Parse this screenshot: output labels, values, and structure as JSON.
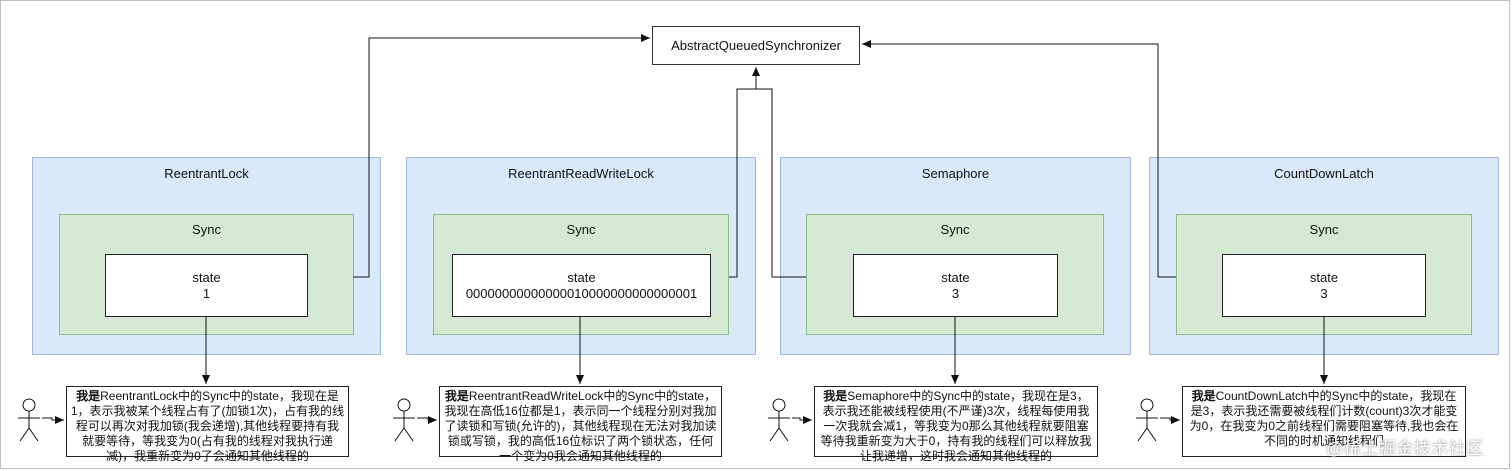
{
  "aqs_label": "AbstractQueuedSynchronizer",
  "panels": [
    {
      "title": "ReentrantLock",
      "sync_label": "Sync",
      "state_label": "state",
      "state_value": "1",
      "note_bold": "我是",
      "note_text": "ReentrantLock中的Sync中的state，我现在是1，表示我被某个线程占有了(加锁1次)，占有我的线程可以再次对我加锁(我会递增),其他线程要持有我就要等待，等我变为0(占有我的线程对我执行递减)，我重新变为0了会通知其他线程的"
    },
    {
      "title": "ReentrantReadWriteLock",
      "sync_label": "Sync",
      "state_label": "state",
      "state_value": "00000000000000010000000000000001",
      "note_bold": "我是",
      "note_text": "ReentrantReadWriteLock中的Sync中的state，我现在高低16位都是1，表示同一个线程分别对我加了读锁和写锁(允许的)，其他线程现在无法对我加读锁或写锁，我的高低16位标识了两个锁状态，任何一个变为0我会通知其他线程的"
    },
    {
      "title": "Semaphore",
      "sync_label": "Sync",
      "state_label": "state",
      "state_value": "3",
      "note_bold": "我是",
      "note_text": "Semaphore中的Sync中的state，我现在是3，表示我还能被线程使用(不严谨)3次，线程每使用我一次我就会减1，等我变为0那么其他线程就要阻塞等待我重新变为大于0，持有我的线程们可以释放我让我递增，这时我会通知其他线程的"
    },
    {
      "title": "CountDownLatch",
      "sync_label": "Sync",
      "state_label": "state",
      "state_value": "3",
      "note_bold": "我是",
      "note_text": "CountDownLatch中的Sync中的state，我现在是3，表示我还需要被线程们计数(count)3次才能变为0，在我变为0之前线程们需要阻塞等待,我也会在不同的时机通知线程们"
    }
  ],
  "watermark": "@稀土掘金技术社区"
}
